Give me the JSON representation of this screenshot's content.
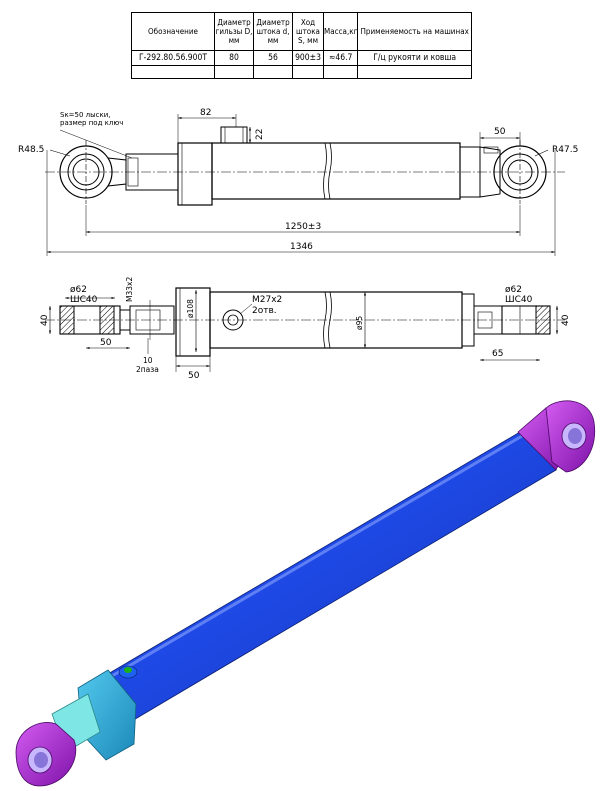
{
  "table": {
    "headers": [
      "Обозначение",
      "Диаметр гильзы D, мм",
      "Диаметр штока d, мм",
      "Ход штока S, мм",
      "Масса,кг",
      "Применяемость на машинах"
    ],
    "row": [
      "Г-292.80.56.900Т",
      "80",
      "56",
      "900±3",
      "≈46.7",
      "Г/ц рукояти и ковша"
    ]
  },
  "top_view": {
    "key_note": "Sк=50 лыски, размер под ключ",
    "r_left": "R48.5",
    "r_right": "R47.5",
    "dim_82": "82",
    "dim_22": "22",
    "dim_50": "50",
    "dim_1250": "1250±3",
    "dim_1346": "1346"
  },
  "side_view": {
    "d62_left": "ø62",
    "shs40_left": "ШС40",
    "m33": "M33x2",
    "d108": "ø108",
    "m27": "M27x2",
    "two_holes": "2отв.",
    "d95": "ø95",
    "d62_right": "ø62",
    "shs40_right": "ШС40",
    "dim_40_left": "40",
    "dim_40_right": "40",
    "dim_50_left": "50",
    "dim_10": "10",
    "two_grooves": "2паза",
    "dim_50_bottom": "50",
    "dim_65": "65"
  },
  "colors": {
    "barrel": "#1f49e6",
    "eye": "#a11fd0",
    "collar": "#2aa9d8",
    "rod": "#7fe6e6",
    "port": "#1ab31a"
  }
}
